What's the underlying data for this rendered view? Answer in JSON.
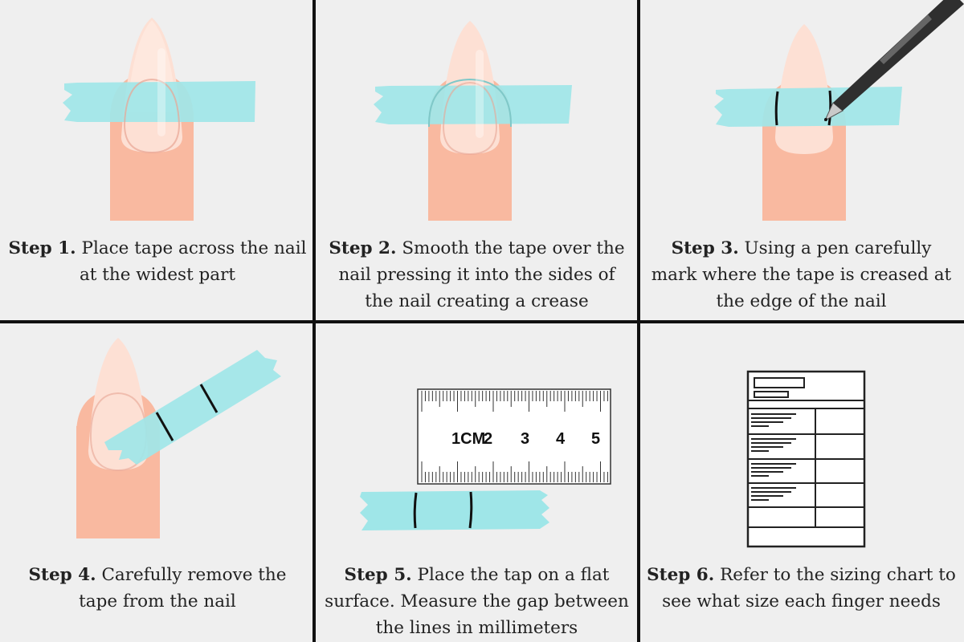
{
  "steps": [
    {
      "label": "Step 1.",
      "text": "Place tape  across the nail at the widest part"
    },
    {
      "label": "Step 2.",
      "text": "Smooth the tape over the nail pressing it into the sides of the nail creating a crease"
    },
    {
      "label": "Step 3.",
      "text": "Using a pen carefully mark where the tape is creased at the edge of the nail"
    },
    {
      "label": "Step 4.",
      "text": "Carefully remove the tape from the nail"
    },
    {
      "label": "Step 5.",
      "text": "Place the tap on a flat surface. Measure the gap between the lines in millimeters"
    },
    {
      "label": "Step 6.",
      "text": "Refer to the sizing chart to see what size each finger needs"
    }
  ],
  "ruler": {
    "numbers": [
      "1CM",
      "2",
      "3",
      "4",
      "5"
    ]
  },
  "colors": {
    "tape": "#9fe6e8",
    "finger": "#f9b9a0",
    "nail": "#fbd3c3",
    "background": "#efefef",
    "divider": "#111111"
  }
}
